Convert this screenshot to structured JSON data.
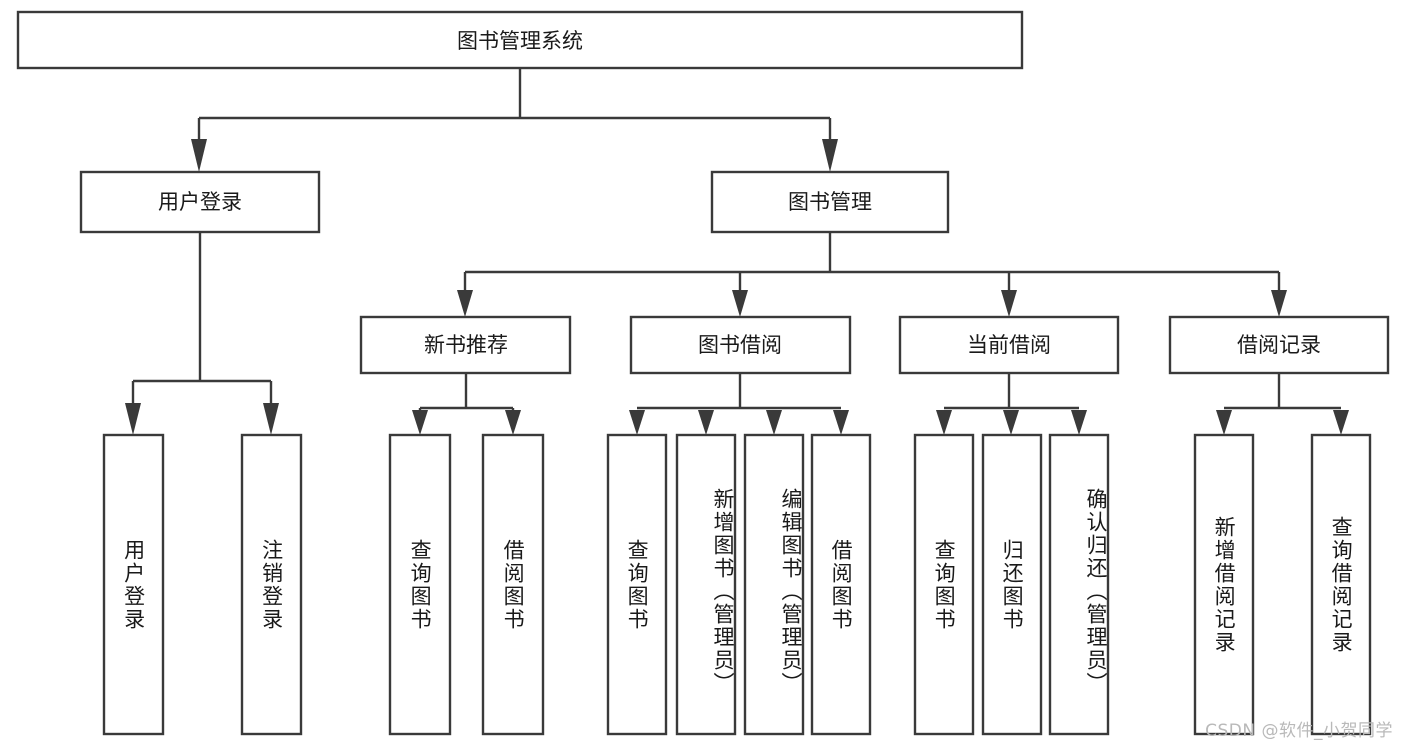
{
  "diagram": {
    "title": "图书管理系统",
    "type": "tree-hierarchy-diagram",
    "colors": {
      "stroke": "#3a3a3a",
      "fill": "#ffffff",
      "text": "#1a1a1a",
      "watermark": "#b9b9b9",
      "background": "#ffffff"
    },
    "root": {
      "label": "图书管理系统"
    },
    "level2": [
      {
        "label": "用户登录"
      },
      {
        "label": "图书管理"
      }
    ],
    "level3": [
      {
        "label": "新书推荐"
      },
      {
        "label": "图书借阅"
      },
      {
        "label": "当前借阅"
      },
      {
        "label": "借阅记录"
      }
    ],
    "leaves": {
      "user_login": [
        {
          "label": "用户登录"
        },
        {
          "label": "注销登录"
        }
      ],
      "new_book_recommend": [
        {
          "label": "查询图书"
        },
        {
          "label": "借阅图书"
        }
      ],
      "book_borrow": [
        {
          "label": "查询图书"
        },
        {
          "label": "新增图书（管理员）"
        },
        {
          "label": "编辑图书（管理员）"
        },
        {
          "label": "借阅图书"
        }
      ],
      "current_borrow": [
        {
          "label": "查询图书"
        },
        {
          "label": "归还图书"
        },
        {
          "label": "确认归还（管理员）"
        }
      ],
      "borrow_record": [
        {
          "label": "新增借阅记录"
        },
        {
          "label": "查询借阅记录"
        }
      ]
    }
  },
  "watermark": {
    "text": "CSDN @软件_小贺同学"
  }
}
